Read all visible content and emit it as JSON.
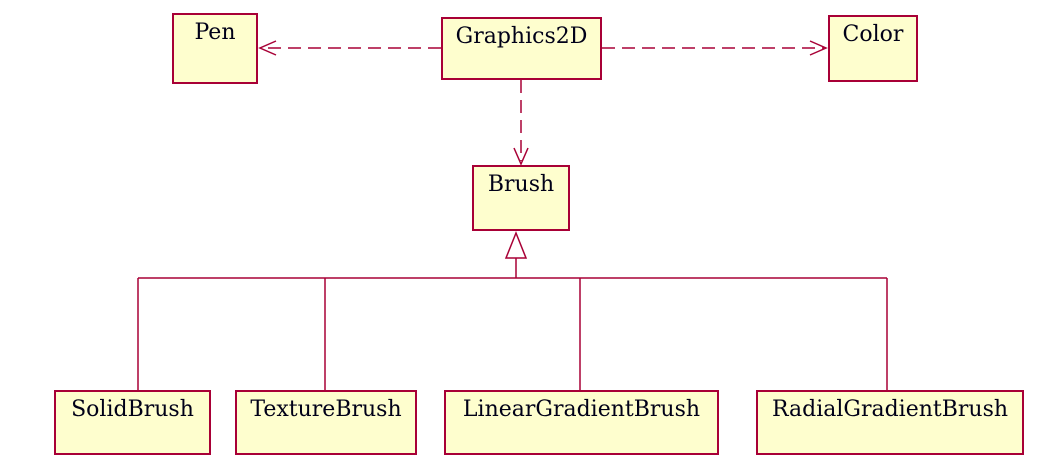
{
  "diagram": {
    "type": "uml-class-diagram",
    "colors": {
      "node_fill": "#FEFECE",
      "node_border": "#A80036",
      "edge": "#A80036",
      "text": "#000018",
      "background": "#FFFFFF"
    },
    "nodes": [
      {
        "id": "pen",
        "label": "Pen"
      },
      {
        "id": "graphics2d",
        "label": "Graphics2D"
      },
      {
        "id": "color",
        "label": "Color"
      },
      {
        "id": "brush",
        "label": "Brush"
      },
      {
        "id": "solidbrush",
        "label": "SolidBrush"
      },
      {
        "id": "texturebrush",
        "label": "TextureBrush"
      },
      {
        "id": "lineargradientbrush",
        "label": "LinearGradientBrush"
      },
      {
        "id": "radialgradientbrush",
        "label": "RadialGradientBrush"
      }
    ],
    "edges": [
      {
        "from": "Graphics2D",
        "to": "Pen",
        "type": "dashed-dependency-open-arrow"
      },
      {
        "from": "Graphics2D",
        "to": "Color",
        "type": "dashed-dependency-open-arrow"
      },
      {
        "from": "Graphics2D",
        "to": "Brush",
        "type": "dashed-dependency-open-arrow"
      },
      {
        "from": "SolidBrush",
        "to": "Brush",
        "type": "inheritance-hollow-triangle"
      },
      {
        "from": "TextureBrush",
        "to": "Brush",
        "type": "inheritance-hollow-triangle"
      },
      {
        "from": "LinearGradientBrush",
        "to": "Brush",
        "type": "inheritance-hollow-triangle"
      },
      {
        "from": "RadialGradientBrush",
        "to": "Brush",
        "type": "inheritance-hollow-triangle"
      }
    ]
  }
}
